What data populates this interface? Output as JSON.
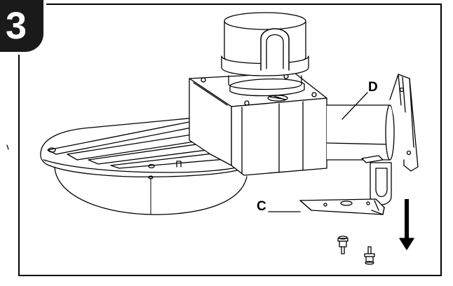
{
  "step": {
    "number": "3"
  },
  "labels": {
    "d": "D",
    "c": "C"
  },
  "colors": {
    "ink": "#000000",
    "badge": "#1a1a1a",
    "background": "#ffffff"
  },
  "icons": {
    "arrow": "arrow-down-icon",
    "screw": "screw-icon"
  }
}
